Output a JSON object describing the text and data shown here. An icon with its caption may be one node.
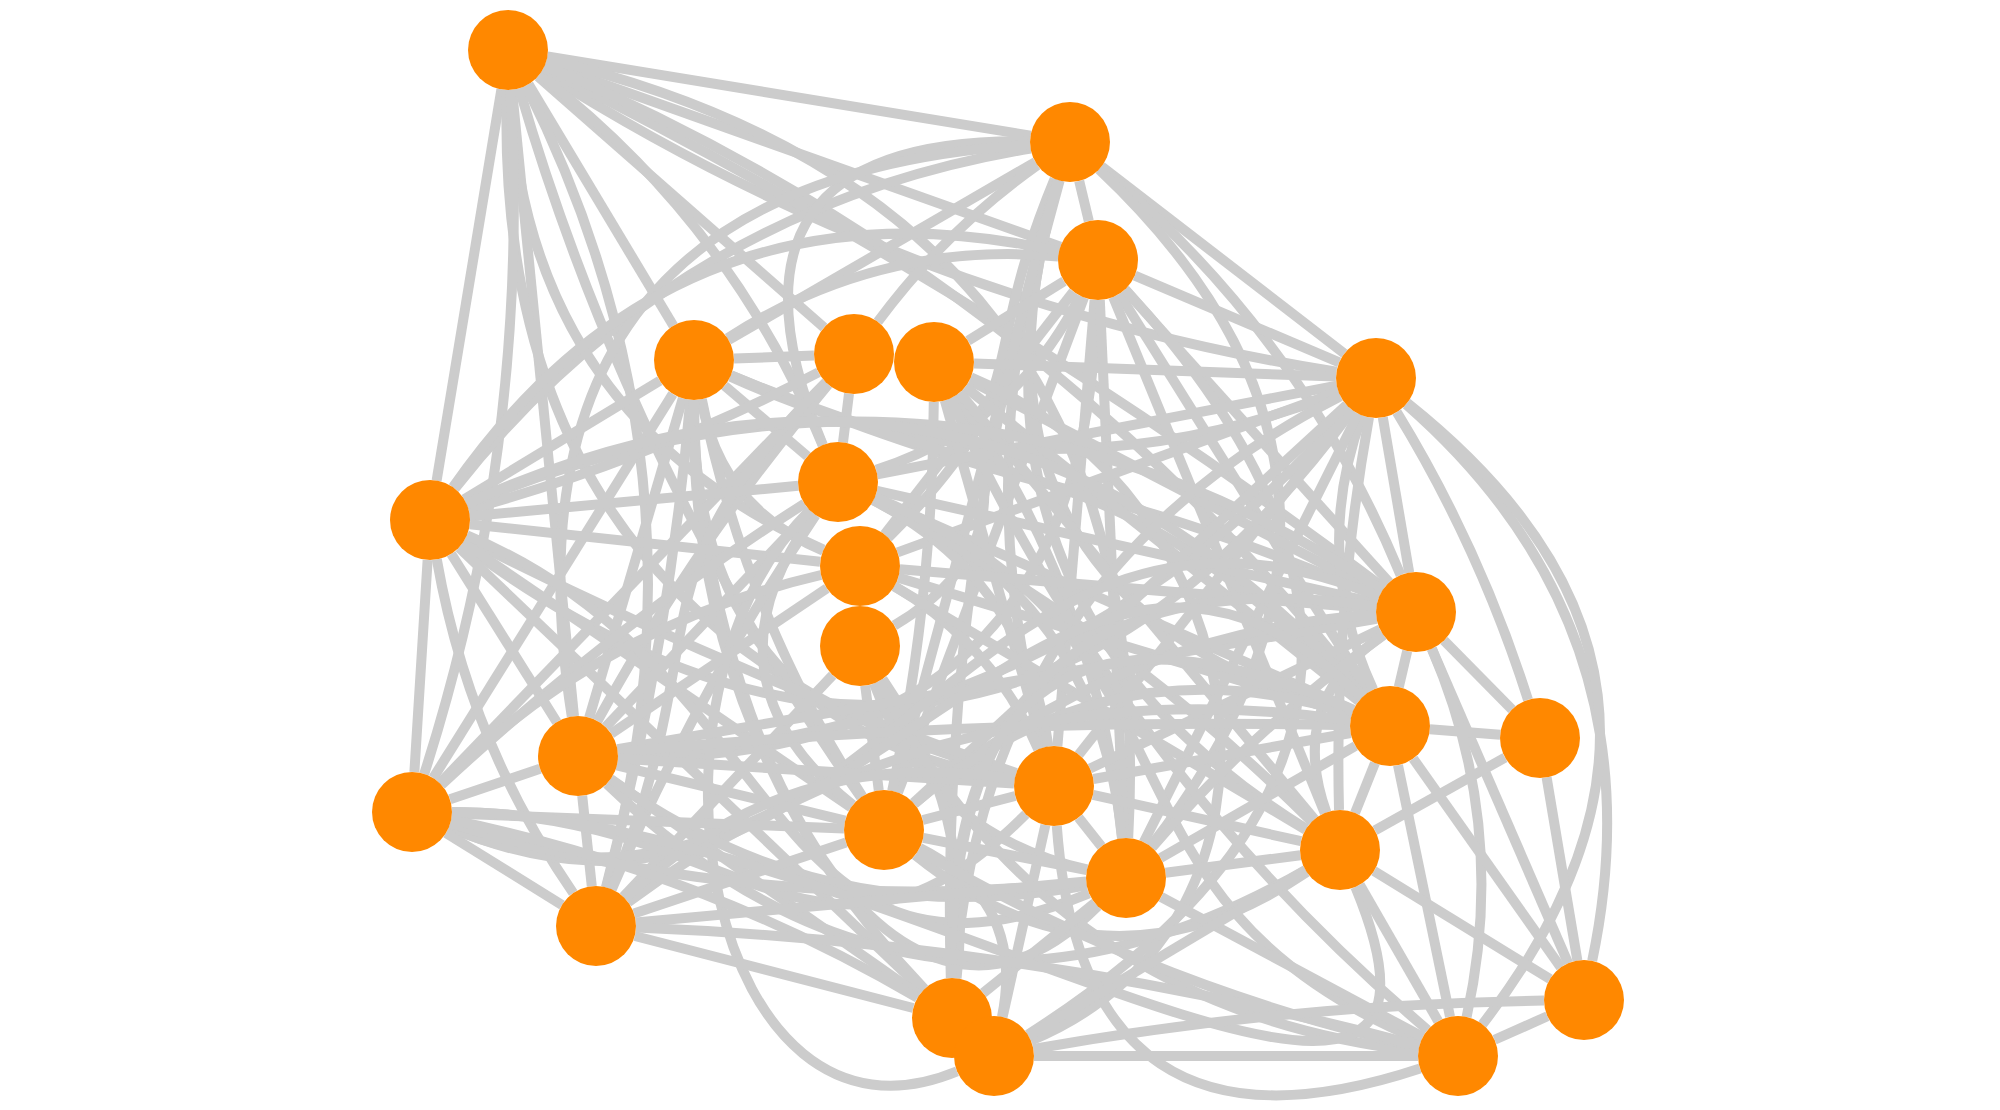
{
  "diagram": {
    "nodes": [
      {
        "text": [],
        "shape": "circle"
      },
      {
        "text": [],
        "shape": "circle"
      },
      {
        "text": [],
        "shape": "circle"
      },
      {
        "text": [],
        "shape": "circle"
      },
      {
        "text": [],
        "shape": "circle"
      },
      {
        "text": [],
        "shape": "circle"
      },
      {
        "text": [],
        "shape": "circle"
      },
      {
        "text": [],
        "shape": "circle"
      },
      {
        "text": [],
        "shape": "circle"
      },
      {
        "text": [],
        "shape": "circle"
      },
      {
        "text": [],
        "shape": "circle"
      },
      {
        "text": [],
        "shape": "circle"
      },
      {
        "text": [],
        "shape": "circle"
      },
      {
        "text": [],
        "shape": "circle"
      },
      {
        "text": [],
        "shape": "circle"
      },
      {
        "text": [],
        "shape": "circle"
      },
      {
        "text": [],
        "shape": "circle"
      },
      {
        "text": [],
        "shape": "circle"
      },
      {
        "text": [],
        "shape": "circle"
      },
      {
        "text": [],
        "shape": "circle"
      },
      {
        "text": [],
        "shape": "circle"
      },
      {
        "text": [],
        "shape": "circle"
      },
      {
        "text": [],
        "shape": "circle"
      },
      {
        "text": [],
        "shape": "circle"
      },
      {
        "text": [],
        "shape": "circle"
      }
    ],
    "edges": [
      {
        "from": 0,
        "to": 1,
        "arrow": "none"
      },
      {
        "from": 0,
        "to": 2,
        "arrow": "none"
      },
      {
        "from": 0,
        "to": 3,
        "arrow": "none"
      },
      {
        "from": 0,
        "to": 4,
        "arrow": "none"
      },
      {
        "from": 0,
        "to": 6,
        "arrow": "none"
      },
      {
        "from": 0,
        "to": 7,
        "arrow": "none"
      },
      {
        "from": 0,
        "to": 8,
        "arrow": "none"
      },
      {
        "from": 0,
        "to": 9,
        "arrow": "none"
      },
      {
        "from": 0,
        "to": 11,
        "arrow": "none"
      },
      {
        "from": 0,
        "to": 12,
        "arrow": "none"
      },
      {
        "from": 0,
        "to": 14,
        "arrow": "none"
      },
      {
        "from": 0,
        "to": 15,
        "arrow": "none"
      },
      {
        "from": 0,
        "to": 16,
        "arrow": "none"
      },
      {
        "from": 0,
        "to": 17,
        "arrow": "none"
      },
      {
        "from": 0,
        "to": 18,
        "arrow": "none"
      },
      {
        "from": 0,
        "to": 20,
        "arrow": "none"
      },
      {
        "from": 1,
        "to": 2,
        "arrow": "none"
      },
      {
        "from": 1,
        "to": 3,
        "arrow": "none"
      },
      {
        "from": 1,
        "to": 4,
        "arrow": "none"
      },
      {
        "from": 1,
        "to": 6,
        "arrow": "none"
      },
      {
        "from": 1,
        "to": 7,
        "arrow": "none"
      },
      {
        "from": 1,
        "to": 8,
        "arrow": "none"
      },
      {
        "from": 1,
        "to": 9,
        "arrow": "none"
      },
      {
        "from": 1,
        "to": 11,
        "arrow": "none"
      },
      {
        "from": 1,
        "to": 12,
        "arrow": "none"
      },
      {
        "from": 1,
        "to": 14,
        "arrow": "none"
      },
      {
        "from": 1,
        "to": 15,
        "arrow": "none"
      },
      {
        "from": 1,
        "to": 17,
        "arrow": "none"
      },
      {
        "from": 1,
        "to": 18,
        "arrow": "none"
      },
      {
        "from": 1,
        "to": 19,
        "arrow": "none"
      },
      {
        "from": 1,
        "to": 21,
        "arrow": "none"
      },
      {
        "from": 2,
        "to": 3,
        "arrow": "none"
      },
      {
        "from": 2,
        "to": 5,
        "arrow": "none"
      },
      {
        "from": 2,
        "to": 6,
        "arrow": "none"
      },
      {
        "from": 2,
        "to": 7,
        "arrow": "none"
      },
      {
        "from": 2,
        "to": 8,
        "arrow": "none"
      },
      {
        "from": 2,
        "to": 9,
        "arrow": "none"
      },
      {
        "from": 2,
        "to": 11,
        "arrow": "none"
      },
      {
        "from": 2,
        "to": 12,
        "arrow": "none"
      },
      {
        "from": 2,
        "to": 14,
        "arrow": "none"
      },
      {
        "from": 2,
        "to": 15,
        "arrow": "none"
      },
      {
        "from": 2,
        "to": 17,
        "arrow": "none"
      },
      {
        "from": 2,
        "to": 18,
        "arrow": "none"
      },
      {
        "from": 2,
        "to": 19,
        "arrow": "none"
      },
      {
        "from": 2,
        "to": 22,
        "arrow": "none"
      },
      {
        "from": 3,
        "to": 4,
        "arrow": "none"
      },
      {
        "from": 3,
        "to": 6,
        "arrow": "none"
      },
      {
        "from": 3,
        "to": 7,
        "arrow": "none"
      },
      {
        "from": 3,
        "to": 8,
        "arrow": "none"
      },
      {
        "from": 3,
        "to": 9,
        "arrow": "none"
      },
      {
        "from": 3,
        "to": 11,
        "arrow": "none"
      },
      {
        "from": 3,
        "to": 12,
        "arrow": "none"
      },
      {
        "from": 3,
        "to": 14,
        "arrow": "none"
      },
      {
        "from": 3,
        "to": 15,
        "arrow": "none"
      },
      {
        "from": 3,
        "to": 16,
        "arrow": "none"
      },
      {
        "from": 3,
        "to": 17,
        "arrow": "none"
      },
      {
        "from": 3,
        "to": 18,
        "arrow": "none"
      },
      {
        "from": 3,
        "to": 20,
        "arrow": "none"
      },
      {
        "from": 3,
        "to": 21,
        "arrow": "none"
      },
      {
        "from": 4,
        "to": 7,
        "arrow": "none"
      },
      {
        "from": 4,
        "to": 8,
        "arrow": "none"
      },
      {
        "from": 4,
        "to": 14,
        "arrow": "none"
      },
      {
        "from": 4,
        "to": 16,
        "arrow": "none"
      },
      {
        "from": 4,
        "to": 20,
        "arrow": "none"
      },
      {
        "from": 5,
        "to": 6,
        "arrow": "none"
      },
      {
        "from": 5,
        "to": 10,
        "arrow": "none"
      },
      {
        "from": 5,
        "to": 11,
        "arrow": "none"
      },
      {
        "from": 5,
        "to": 12,
        "arrow": "none"
      },
      {
        "from": 5,
        "to": 15,
        "arrow": "none"
      },
      {
        "from": 5,
        "to": 17,
        "arrow": "none"
      },
      {
        "from": 5,
        "to": 18,
        "arrow": "none"
      },
      {
        "from": 5,
        "to": 19,
        "arrow": "none"
      },
      {
        "from": 5,
        "to": 22,
        "arrow": "none"
      },
      {
        "from": 5,
        "to": 24,
        "arrow": "none"
      },
      {
        "from": 6,
        "to": 7,
        "arrow": "none"
      },
      {
        "from": 6,
        "to": 8,
        "arrow": "none"
      },
      {
        "from": 6,
        "to": 9,
        "arrow": "none"
      },
      {
        "from": 6,
        "to": 11,
        "arrow": "none"
      },
      {
        "from": 6,
        "to": 12,
        "arrow": "none"
      },
      {
        "from": 6,
        "to": 13,
        "arrow": "none"
      },
      {
        "from": 6,
        "to": 14,
        "arrow": "none"
      },
      {
        "from": 6,
        "to": 15,
        "arrow": "none"
      },
      {
        "from": 6,
        "to": 17,
        "arrow": "none"
      },
      {
        "from": 6,
        "to": 18,
        "arrow": "none"
      },
      {
        "from": 6,
        "to": 19,
        "arrow": "none"
      },
      {
        "from": 6,
        "to": 21,
        "arrow": "none"
      },
      {
        "from": 6,
        "to": 23,
        "arrow": "none"
      },
      {
        "from": 6,
        "to": 24,
        "arrow": "none"
      },
      {
        "from": 7,
        "to": 8,
        "arrow": "none"
      },
      {
        "from": 7,
        "to": 9,
        "arrow": "none"
      },
      {
        "from": 7,
        "to": 11,
        "arrow": "none"
      },
      {
        "from": 7,
        "to": 12,
        "arrow": "none"
      },
      {
        "from": 7,
        "to": 14,
        "arrow": "none"
      },
      {
        "from": 7,
        "to": 15,
        "arrow": "none"
      },
      {
        "from": 7,
        "to": 16,
        "arrow": "none"
      },
      {
        "from": 7,
        "to": 17,
        "arrow": "none"
      },
      {
        "from": 7,
        "to": 18,
        "arrow": "none"
      },
      {
        "from": 7,
        "to": 20,
        "arrow": "none"
      },
      {
        "from": 7,
        "to": 21,
        "arrow": "none"
      },
      {
        "from": 8,
        "to": 11,
        "arrow": "none"
      },
      {
        "from": 8,
        "to": 12,
        "arrow": "none"
      },
      {
        "from": 8,
        "to": 14,
        "arrow": "none"
      },
      {
        "from": 8,
        "to": 15,
        "arrow": "none"
      },
      {
        "from": 8,
        "to": 16,
        "arrow": "none"
      },
      {
        "from": 8,
        "to": 17,
        "arrow": "none"
      },
      {
        "from": 8,
        "to": 18,
        "arrow": "none"
      },
      {
        "from": 8,
        "to": 19,
        "arrow": "none"
      },
      {
        "from": 8,
        "to": 20,
        "arrow": "none"
      },
      {
        "from": 8,
        "to": 22,
        "arrow": "none"
      },
      {
        "from": 8,
        "to": 24,
        "arrow": "none"
      },
      {
        "from": 9,
        "to": 11,
        "arrow": "none"
      },
      {
        "from": 9,
        "to": 12,
        "arrow": "none"
      },
      {
        "from": 9,
        "to": 14,
        "arrow": "none"
      },
      {
        "from": 9,
        "to": 15,
        "arrow": "none"
      },
      {
        "from": 9,
        "to": 16,
        "arrow": "none"
      },
      {
        "from": 9,
        "to": 19,
        "arrow": "none"
      },
      {
        "from": 10,
        "to": 17,
        "arrow": "none"
      },
      {
        "from": 10,
        "to": 18,
        "arrow": "none"
      },
      {
        "from": 10,
        "to": 20,
        "arrow": "none"
      },
      {
        "from": 10,
        "to": 21,
        "arrow": "none"
      },
      {
        "from": 10,
        "to": 24,
        "arrow": "none"
      },
      {
        "from": 11,
        "to": 12,
        "arrow": "none"
      },
      {
        "from": 11,
        "to": 13,
        "arrow": "none"
      },
      {
        "from": 11,
        "to": 14,
        "arrow": "none"
      },
      {
        "from": 11,
        "to": 15,
        "arrow": "none"
      },
      {
        "from": 11,
        "to": 16,
        "arrow": "none"
      },
      {
        "from": 11,
        "to": 17,
        "arrow": "none"
      },
      {
        "from": 11,
        "to": 18,
        "arrow": "none"
      },
      {
        "from": 11,
        "to": 19,
        "arrow": "none"
      },
      {
        "from": 11,
        "to": 21,
        "arrow": "none"
      },
      {
        "from": 11,
        "to": 23,
        "arrow": "none"
      },
      {
        "from": 11,
        "to": 24,
        "arrow": "none"
      },
      {
        "from": 12,
        "to": 13,
        "arrow": "none"
      },
      {
        "from": 12,
        "to": 14,
        "arrow": "none"
      },
      {
        "from": 12,
        "to": 15,
        "arrow": "none"
      },
      {
        "from": 12,
        "to": 16,
        "arrow": "none"
      },
      {
        "from": 12,
        "to": 17,
        "arrow": "none"
      },
      {
        "from": 12,
        "to": 18,
        "arrow": "none"
      },
      {
        "from": 12,
        "to": 19,
        "arrow": "none"
      },
      {
        "from": 12,
        "to": 20,
        "arrow": "none"
      },
      {
        "from": 12,
        "to": 21,
        "arrow": "none"
      },
      {
        "from": 12,
        "to": 23,
        "arrow": "none"
      },
      {
        "from": 12,
        "to": 24,
        "arrow": "none"
      },
      {
        "from": 13,
        "to": 19,
        "arrow": "none"
      },
      {
        "from": 13,
        "to": 23,
        "arrow": "none"
      },
      {
        "from": 14,
        "to": 15,
        "arrow": "none"
      },
      {
        "from": 14,
        "to": 16,
        "arrow": "none"
      },
      {
        "from": 14,
        "to": 17,
        "arrow": "none"
      },
      {
        "from": 14,
        "to": 18,
        "arrow": "none"
      },
      {
        "from": 14,
        "to": 19,
        "arrow": "none"
      },
      {
        "from": 14,
        "to": 20,
        "arrow": "none"
      },
      {
        "from": 14,
        "to": 21,
        "arrow": "none"
      },
      {
        "from": 15,
        "to": 16,
        "arrow": "none"
      },
      {
        "from": 15,
        "to": 17,
        "arrow": "none"
      },
      {
        "from": 15,
        "to": 18,
        "arrow": "none"
      },
      {
        "from": 15,
        "to": 19,
        "arrow": "none"
      },
      {
        "from": 15,
        "to": 20,
        "arrow": "none"
      },
      {
        "from": 15,
        "to": 22,
        "arrow": "none"
      },
      {
        "from": 15,
        "to": 24,
        "arrow": "none"
      },
      {
        "from": 16,
        "to": 17,
        "arrow": "none"
      },
      {
        "from": 16,
        "to": 18,
        "arrow": "none"
      },
      {
        "from": 16,
        "to": 19,
        "arrow": "none"
      },
      {
        "from": 16,
        "to": 20,
        "arrow": "none"
      },
      {
        "from": 16,
        "to": 21,
        "arrow": "none"
      },
      {
        "from": 17,
        "to": 18,
        "arrow": "none"
      },
      {
        "from": 17,
        "to": 19,
        "arrow": "none"
      },
      {
        "from": 17,
        "to": 20,
        "arrow": "none"
      },
      {
        "from": 17,
        "to": 22,
        "arrow": "none"
      },
      {
        "from": 17,
        "to": 24,
        "arrow": "none"
      },
      {
        "from": 18,
        "to": 19,
        "arrow": "none"
      },
      {
        "from": 18,
        "to": 20,
        "arrow": "none"
      },
      {
        "from": 18,
        "to": 21,
        "arrow": "none"
      },
      {
        "from": 18,
        "to": 24,
        "arrow": "none"
      },
      {
        "from": 19,
        "to": 22,
        "arrow": "none"
      },
      {
        "from": 19,
        "to": 23,
        "arrow": "none"
      },
      {
        "from": 19,
        "to": 24,
        "arrow": "none"
      },
      {
        "from": 20,
        "to": 21,
        "arrow": "none"
      },
      {
        "from": 20,
        "to": 24,
        "arrow": "none"
      },
      {
        "from": 22,
        "to": 23,
        "arrow": "none"
      },
      {
        "from": 22,
        "to": 24,
        "arrow": "none"
      },
      {
        "from": 23,
        "to": 24,
        "arrow": "none"
      }
    ]
  }
}
